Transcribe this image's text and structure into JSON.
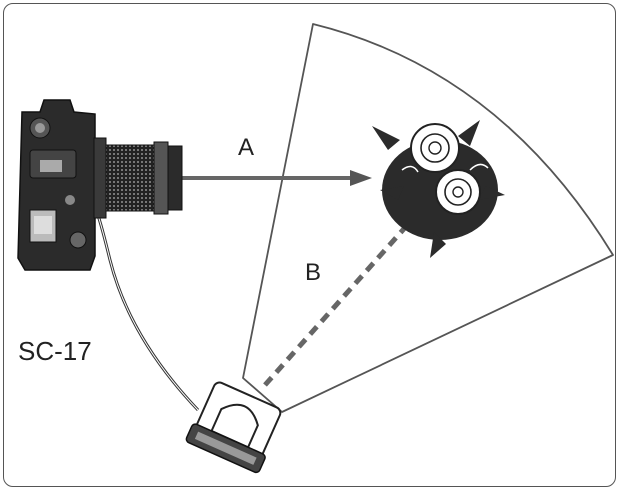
{
  "labels": {
    "beam_direct": "A",
    "beam_bounce": "B",
    "cord_model": "SC-17"
  },
  "colors": {
    "line": "#555555",
    "dark": "#222222",
    "flower_leaf": "#2b2b2b",
    "flower_petal": "#ffffff"
  },
  "icons": {
    "camera": "camera-icon",
    "flash": "flash-unit-icon",
    "subject": "flower-bouquet-icon"
  }
}
